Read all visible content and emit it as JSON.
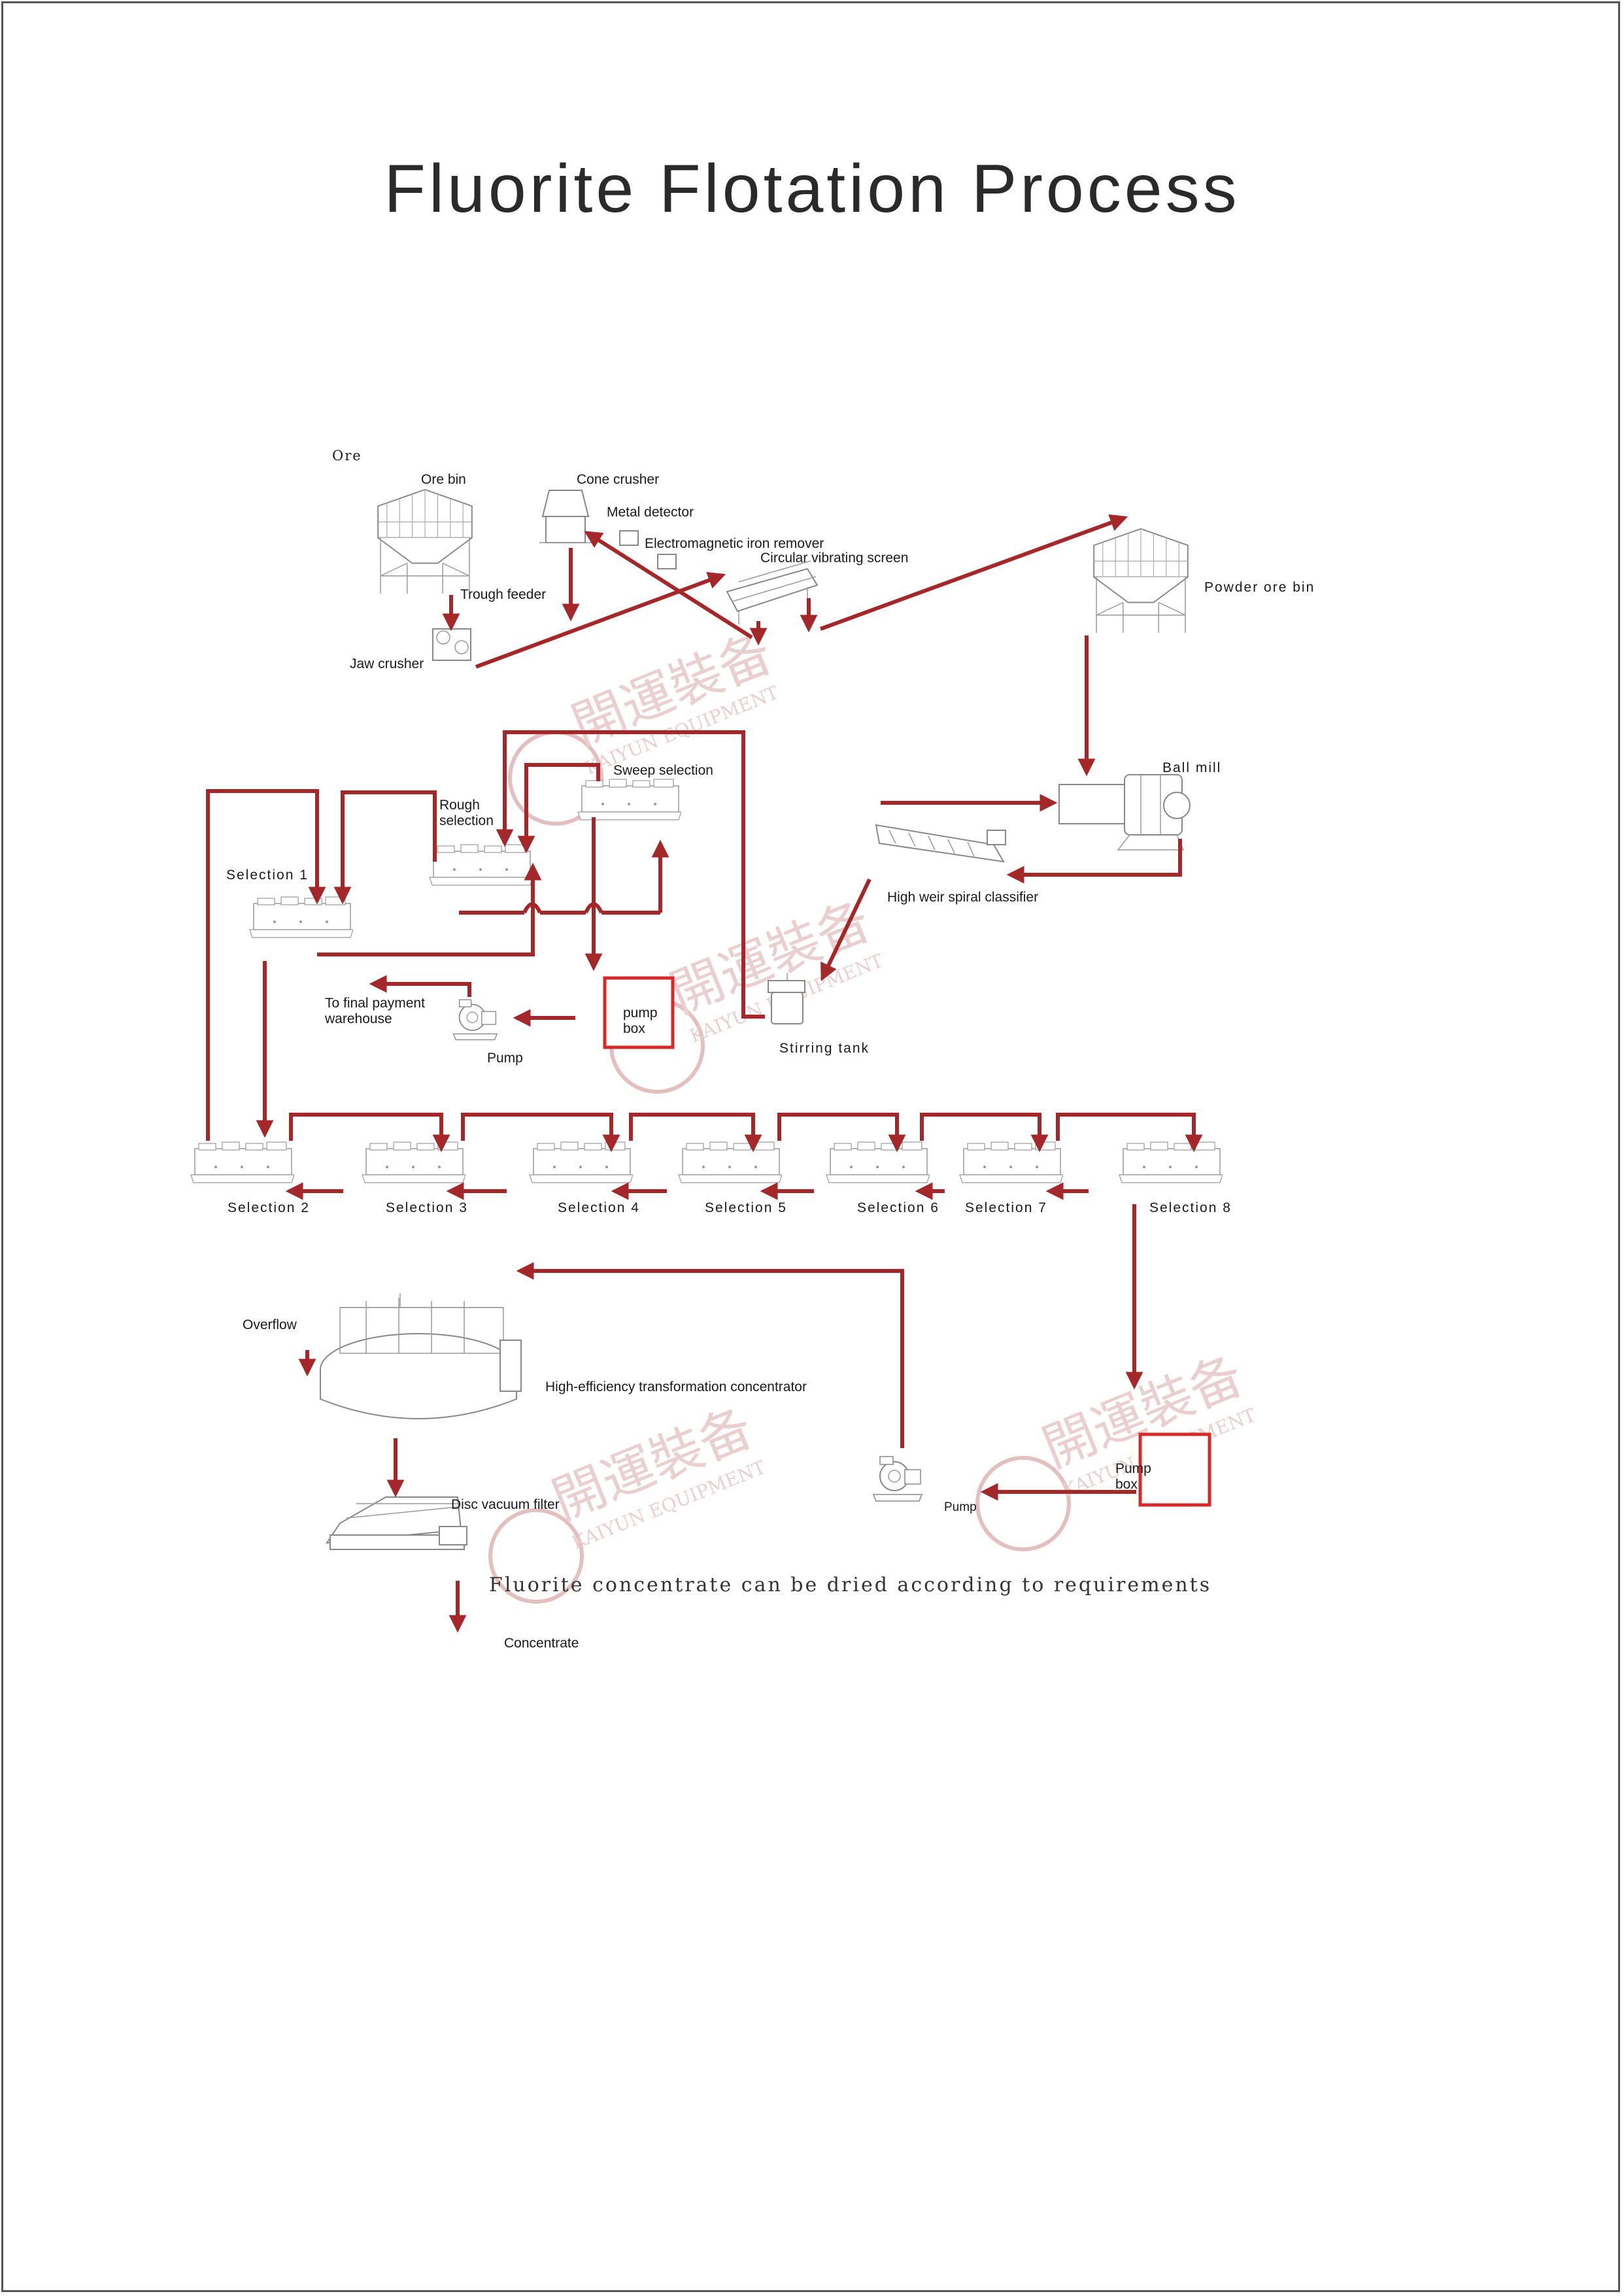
{
  "title": "Fluorite Flotation Process",
  "colors": {
    "flow": "#a4282a",
    "pump_box": "#d6292a",
    "watermark": "#e4bfbf",
    "title": "#2a2a2a"
  },
  "labels": {
    "ore": "Ore",
    "ore_bin": "Ore bin",
    "cone_crusher": "Cone crusher",
    "metal_detector": "Metal detector",
    "iron_remover": "Electromagnetic iron remover",
    "vibrating_screen": "Circular vibrating screen",
    "trough_feeder": "Trough feeder",
    "jaw_crusher": "Jaw crusher",
    "powder_ore_bin": "Powder ore bin",
    "ball_mill": "Ball mill",
    "spiral_classifier": "High weir spiral classifier",
    "stirring_tank": "Stirring tank",
    "sweep_selection": "Sweep selection",
    "rough_selection": "Rough selection",
    "selection_1": "Selection 1",
    "final_warehouse": "To final payment warehouse",
    "pump_1": "Pump",
    "pump_box_1": "pump box",
    "selection_2": "Selection 2",
    "selection_3": "Selection 3",
    "selection_4": "Selection 4",
    "selection_5": "Selection 5",
    "selection_6": "Selection 6",
    "selection_7": "Selection 7",
    "selection_8": "Selection 8",
    "overflow": "Overflow",
    "concentrator": "High-efficiency transformation concentrator",
    "pump_2": "Pump",
    "pump_box_2": "Pump box",
    "disc_filter": "Disc vacuum filter",
    "drying_note": "Fluorite concentrate can be dried according to requirements",
    "concentrate": "Concentrate"
  },
  "watermark": {
    "chinese": "開運裝备",
    "english": "KAIYUN EQUIPMENT"
  }
}
